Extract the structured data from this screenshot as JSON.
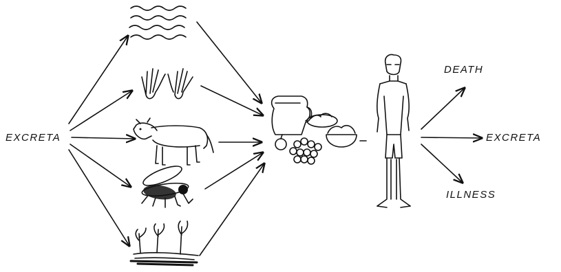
{
  "labels": {
    "source": "EXCRETA",
    "outcome_death": "DEATH",
    "outcome_excreta": "EXCRETA",
    "outcome_illness": "ILLNESS"
  },
  "colors": {
    "ink": "#111111",
    "background": "#ffffff"
  },
  "pathways": [
    "water-icon",
    "hands-icon",
    "cattle-icon",
    "fly-icon",
    "crops-icon"
  ],
  "target": "food-icon",
  "host": "person-icon"
}
